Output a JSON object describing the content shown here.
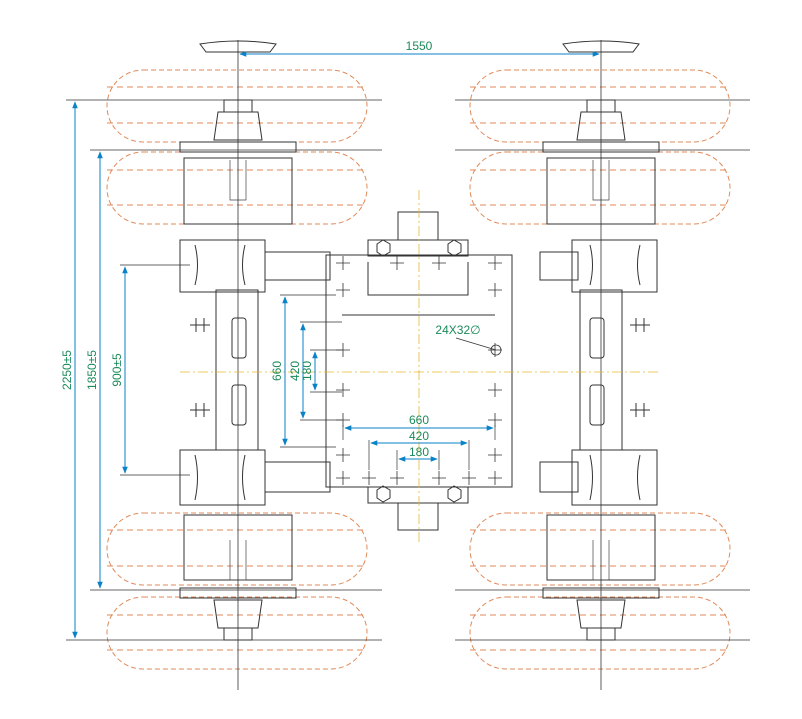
{
  "colors": {
    "dimension": "#1a8a5a",
    "arrow": "#0a82c8",
    "tire": "#e08a5a",
    "centerline": "#e6b830",
    "outline": "#333333"
  },
  "dimensions": {
    "track_width": "1550",
    "overall_length": "2250±5",
    "axle_spacing": "1850±5",
    "spring_span": "900±5",
    "plate_length": "660",
    "plate_mid": "420",
    "plate_inner": "180",
    "plate_width": "660",
    "bolt_width": "420",
    "bolt_inner_width": "180",
    "hole_spec": "24X32∅"
  }
}
